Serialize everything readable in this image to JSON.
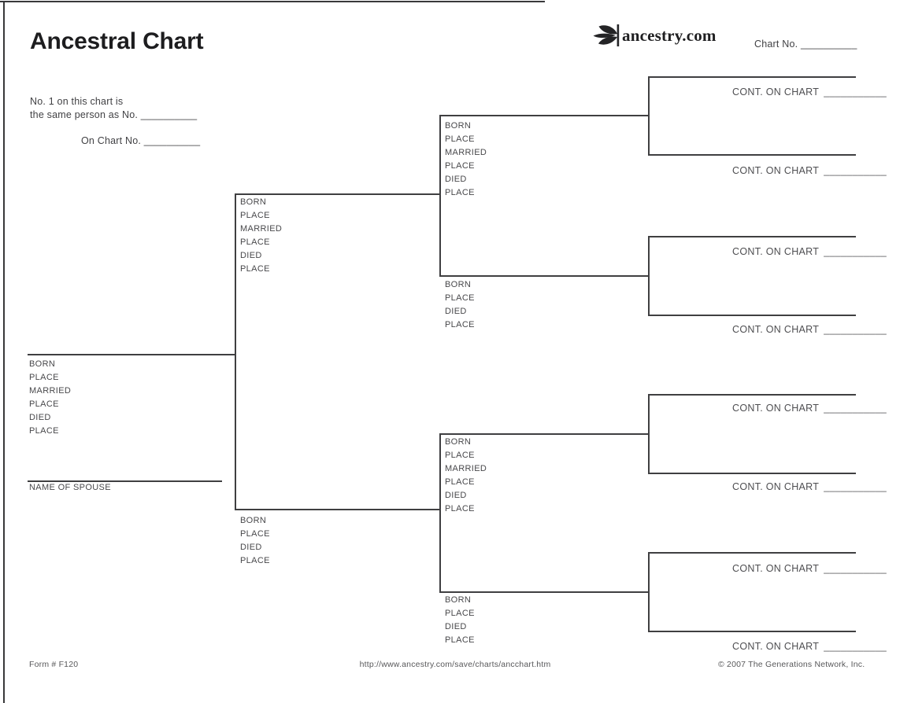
{
  "page": {
    "title": "Ancestral Chart",
    "note_line1": "No. 1 on this chart is",
    "note_line2": "the same person as No. __________",
    "on_chart_line": "On Chart No. __________",
    "chart_no_line": "Chart No. __________",
    "logo_text": "ancestry.com",
    "logo_icon": "leaf-sprig-icon",
    "line_color": "#3f3f41"
  },
  "tree": {
    "person": {
      "fields": [
        "BORN",
        "PLACE",
        "MARRIED",
        "PLACE",
        "DIED",
        "PLACE"
      ],
      "spouse_label": "NAME OF SPOUSE"
    },
    "father": {
      "fields": [
        "BORN",
        "PLACE",
        "MARRIED",
        "PLACE",
        "DIED",
        "PLACE"
      ]
    },
    "mother": {
      "fields": [
        "BORN",
        "PLACE",
        "DIED",
        "PLACE"
      ]
    },
    "paternal_grandfather": {
      "fields": [
        "BORN",
        "PLACE",
        "MARRIED",
        "PLACE",
        "DIED",
        "PLACE"
      ]
    },
    "paternal_grandmother": {
      "fields": [
        "BORN",
        "PLACE",
        "DIED",
        "PLACE"
      ]
    },
    "maternal_grandfather": {
      "fields": [
        "BORN",
        "PLACE",
        "MARRIED",
        "PLACE",
        "DIED",
        "PLACE"
      ]
    },
    "maternal_grandmother": {
      "fields": [
        "BORN",
        "PLACE",
        "DIED",
        "PLACE"
      ]
    },
    "cont_label": "CONT. ON CHART",
    "cont_blank": "___________"
  },
  "footer": {
    "form_no": "Form # F120",
    "url": "http://www.ancestry.com/save/charts/ancchart.htm",
    "copyright": "© 2007 The Generations Network, Inc."
  }
}
